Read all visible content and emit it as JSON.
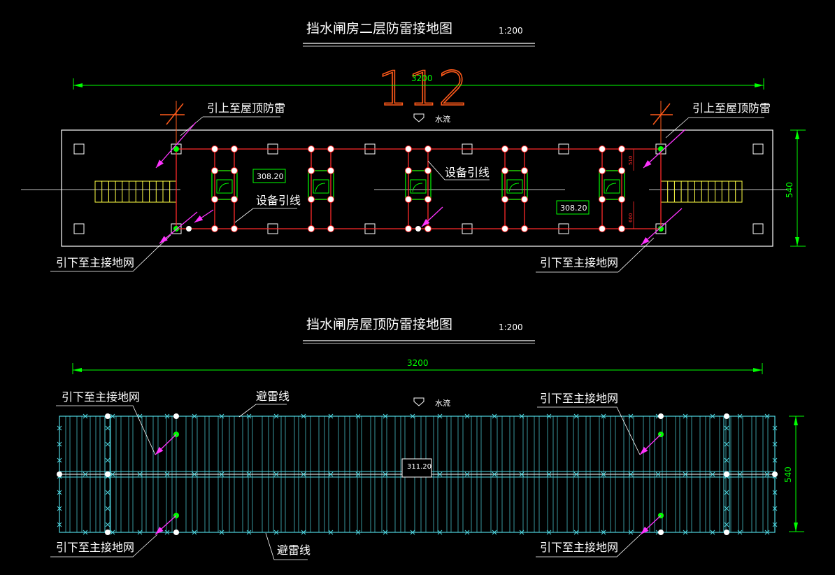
{
  "colors": {
    "bg": "#000000",
    "white": "#ffffff",
    "red": "#ff2a2a",
    "green": "#00ff00",
    "cyan": "#4fd6e0",
    "magenta": "#ff33ff",
    "yellow": "#ffff44",
    "orange": "#ff5a1a",
    "title_underline": "#ffffff"
  },
  "top_plan": {
    "title": "挡水闸房二层防雷接地图",
    "scale": "1:200",
    "overlay_number": "112",
    "dim_width": "3200",
    "dim_height": "540",
    "flow_label": "水流",
    "labels": {
      "up_left": "引上至屋顶防雷",
      "up_right": "引上至屋顶防雷",
      "down_left": "引下至主接地网",
      "down_right": "引下至主接地网",
      "equip_1": "设备引线",
      "equip_2": "设备引线"
    },
    "elevation_1": "308.20",
    "elevation_2": "308.20",
    "small_dim_1": "510",
    "small_dim_2": "600"
  },
  "bottom_plan": {
    "title": "挡水闸房屋顶防雷接地图",
    "scale": "1:200",
    "dim_width": "3200",
    "dim_height": "540",
    "flow_label": "水流",
    "elevation": "311.20",
    "labels": {
      "down_tl": "引下至主接地网",
      "down_tr": "引下至主接地网",
      "down_bl": "引下至主接地网",
      "down_br": "引下至主接地网",
      "lightning_line_top": "避雷线",
      "lightning_line_bottom": "避雷线"
    }
  }
}
